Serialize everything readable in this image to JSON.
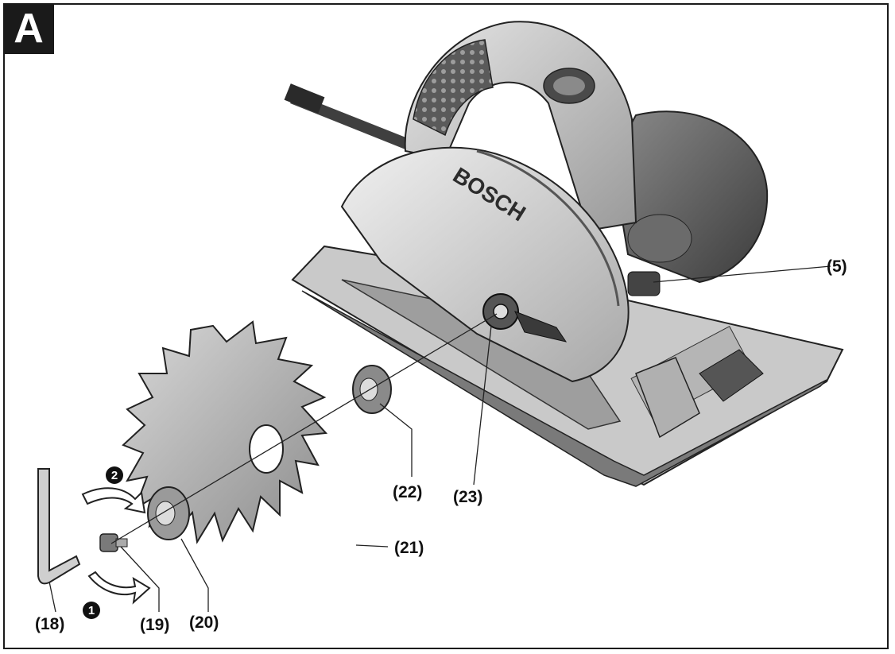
{
  "figure": {
    "panel_label": "A",
    "brand_on_guard": "BOSCH",
    "callouts": {
      "c5": "(5)",
      "c18": "(18)",
      "c19": "(19)",
      "c20": "(20)",
      "c21": "(21)",
      "c22": "(22)",
      "c23": "(23)"
    },
    "steps": {
      "first": "1",
      "second": "2"
    }
  }
}
